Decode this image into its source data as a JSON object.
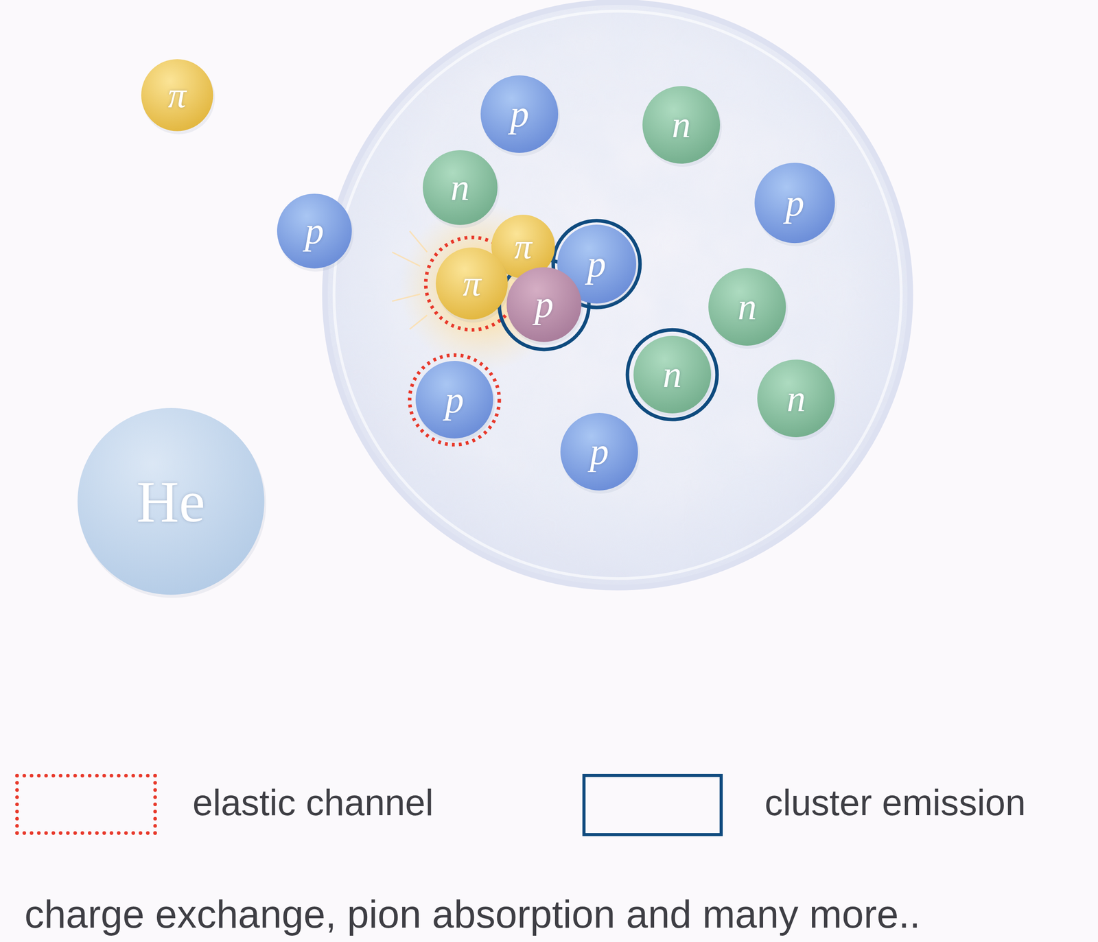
{
  "diagram": {
    "nodes": [
      {
        "text": [
          "π"
        ]
      },
      {
        "text": [
          "p"
        ]
      },
      {
        "text": [
          "n"
        ]
      },
      {
        "text": [
          "n"
        ]
      },
      {
        "text": [
          "p"
        ]
      },
      {
        "text": [
          "p"
        ]
      },
      {
        "text": [
          "π"
        ]
      },
      {
        "text": [
          "p"
        ]
      },
      {
        "text": [
          "π"
        ]
      },
      {
        "text": [
          "p"
        ]
      },
      {
        "text": [
          "n"
        ]
      },
      {
        "text": [
          "n"
        ]
      },
      {
        "text": [
          "n"
        ]
      },
      {
        "text": [
          "p"
        ]
      },
      {
        "text": [
          "p"
        ]
      },
      {
        "text": [
          "He"
        ]
      }
    ],
    "edges": [],
    "labels": [
      "charge exchange, pion absorption and many more.."
    ],
    "legend": [
      {
        "text": "elastic channel"
      },
      {
        "text": "cluster emission"
      }
    ]
  }
}
